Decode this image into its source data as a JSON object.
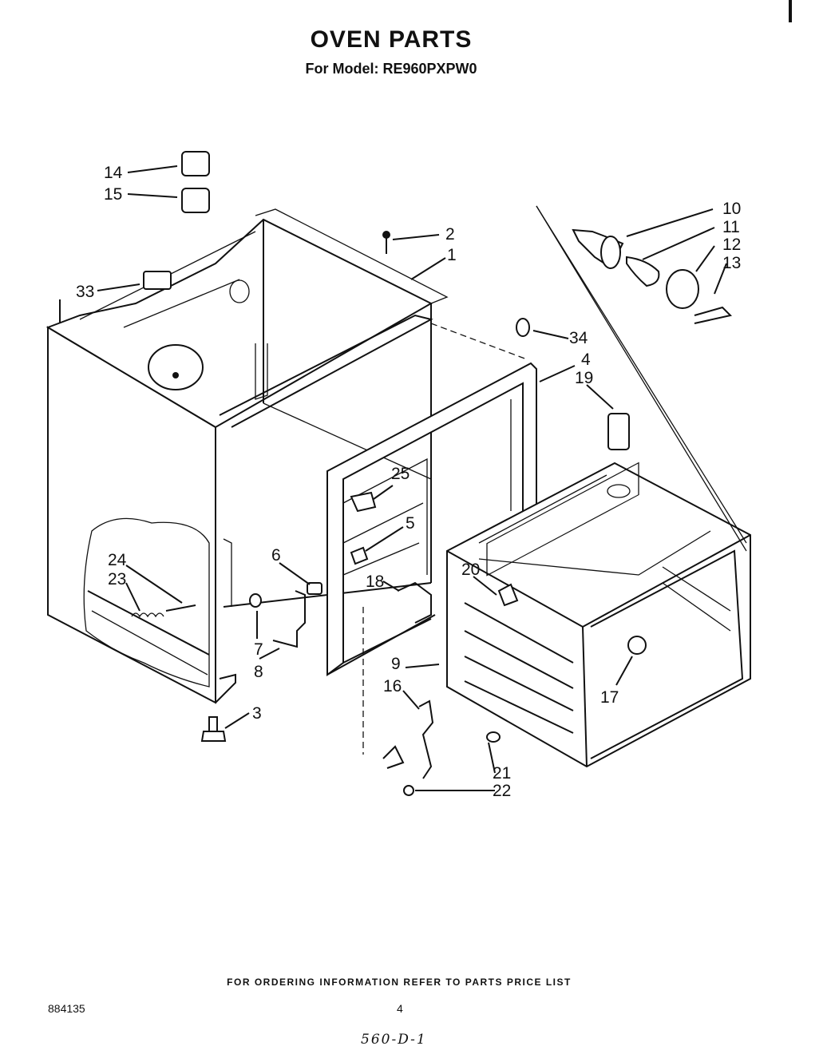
{
  "header": {
    "title": "OVEN PARTS",
    "subtitle": "For Model: RE960PXPW0"
  },
  "footer": {
    "ordering_note": "FOR ORDERING INFORMATION REFER TO PARTS PRICE LIST",
    "doc_number": "884135",
    "page_number": "4",
    "handwritten_note": "560-D-1"
  },
  "callouts": [
    "1",
    "2",
    "3",
    "4",
    "5",
    "6",
    "7",
    "8",
    "9",
    "10",
    "11",
    "12",
    "13",
    "14",
    "15",
    "16",
    "17",
    "18",
    "19",
    "20",
    "21",
    "22",
    "23",
    "24",
    "25",
    "33",
    "34"
  ]
}
